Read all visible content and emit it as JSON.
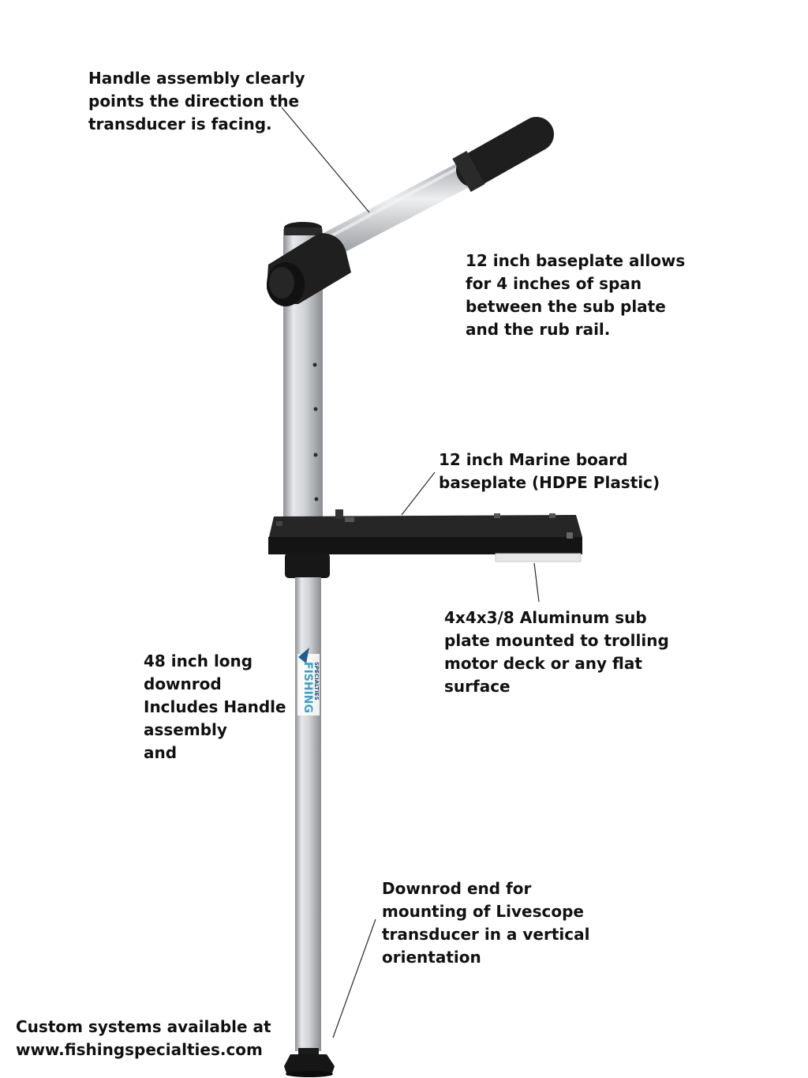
{
  "annotations": {
    "handle": [
      "Handle assembly clearly",
      "points the direction the",
      "transducer is facing."
    ],
    "span": [
      "12 inch baseplate allows",
      "for 4 inches of span",
      "between the sub plate",
      "and the rub rail."
    ],
    "board": [
      "12 inch Marine board",
      "baseplate (HDPE Plastic)"
    ],
    "subplate": [
      "4x4x3/8 Aluminum sub",
      "plate mounted to trolling",
      "motor deck or any flat",
      "surface"
    ],
    "downrod": [
      "48 inch long",
      "downrod",
      "Includes Handle",
      "assembly",
      "and"
    ],
    "downrod_end": [
      "Downrod end for",
      "mounting of Livescope",
      "transducer in a vertical",
      "orientation"
    ]
  },
  "footer": {
    "line1": "Custom systems available at",
    "line2": "www.fishingspecialties.com"
  },
  "logo": {
    "text": "FISHING SPECIALTIES",
    "color": "#3aa0c8"
  },
  "colors": {
    "pole": "#c9cbce",
    "black_parts": "#1c1c1c",
    "subplate": "#e9e9ea"
  }
}
